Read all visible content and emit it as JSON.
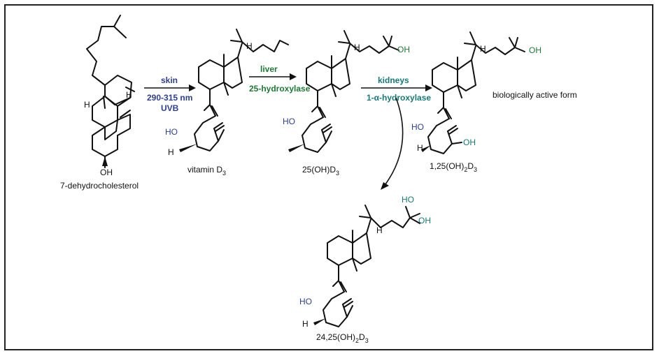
{
  "labels": {
    "dhc": "7-dehydrocholesterol",
    "vitd3": "vitamin D",
    "vitd3_sub": "3",
    "d25": "25(OH)D",
    "d25_sub": "3",
    "d125_pre": "1,25(OH)",
    "d125_sub1": "2",
    "d125_mid": "D",
    "d125_sub2": "3",
    "d2425_pre": "24,25(OH)",
    "d2425_sub1": "2",
    "d2425_mid": "D",
    "d2425_sub2": "3",
    "active": "biologically active form"
  },
  "steps": {
    "skin": {
      "line1": "skin",
      "line2": "290-315 nm",
      "line3": "UVB",
      "color": "#2e3f8f"
    },
    "liver": {
      "line1": "liver",
      "line2": "25-hydroxylase",
      "color": "#1e7a34"
    },
    "kidneys": {
      "line1": "kidneys",
      "line2": "1-α-hydroxylase",
      "color": "#177a76"
    }
  },
  "atoms": {
    "H": "H",
    "OH": "OH",
    "HO": "HO"
  },
  "colors": {
    "skin": "#2e3f8f",
    "liver": "#1e7a34",
    "kidneys": "#177a76",
    "border": "#222222"
  }
}
